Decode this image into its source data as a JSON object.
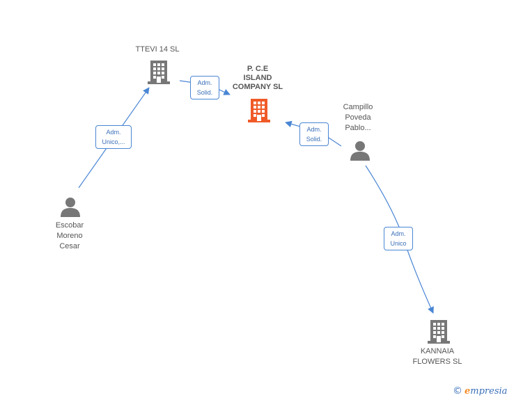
{
  "nodes": {
    "ttevi": {
      "label": "TTEVI 14  SL",
      "type": "company",
      "color": "#777777"
    },
    "pce": {
      "label_lines": [
        "P. C.E",
        "ISLAND",
        "COMPANY  SL"
      ],
      "type": "company",
      "color": "#f05a28"
    },
    "campillo": {
      "label_lines": [
        "Campillo",
        "Poveda",
        "Pablo..."
      ],
      "type": "person",
      "color": "#777777"
    },
    "escobar": {
      "label_lines": [
        "Escobar",
        "Moreno",
        "Cesar"
      ],
      "type": "person",
      "color": "#777777"
    },
    "kannaia": {
      "label_lines": [
        "KANNAIA",
        "FLOWERS  SL"
      ],
      "type": "company",
      "color": "#777777"
    }
  },
  "edges": [
    {
      "from": "escobar",
      "to": "ttevi",
      "label_lines": [
        "Adm.",
        "Unico,..."
      ]
    },
    {
      "from": "ttevi",
      "to": "pce",
      "label_lines": [
        "Adm.",
        "Solid."
      ]
    },
    {
      "from": "campillo",
      "to": "pce",
      "label_lines": [
        "Adm.",
        "Solid."
      ]
    },
    {
      "from": "campillo",
      "to": "kannaia",
      "label_lines": [
        "Adm.",
        "Unico"
      ]
    }
  ],
  "colors": {
    "edge": "#4a86d4"
  },
  "brand": {
    "copyright": "©",
    "initial": "e",
    "rest": "mpresia"
  }
}
